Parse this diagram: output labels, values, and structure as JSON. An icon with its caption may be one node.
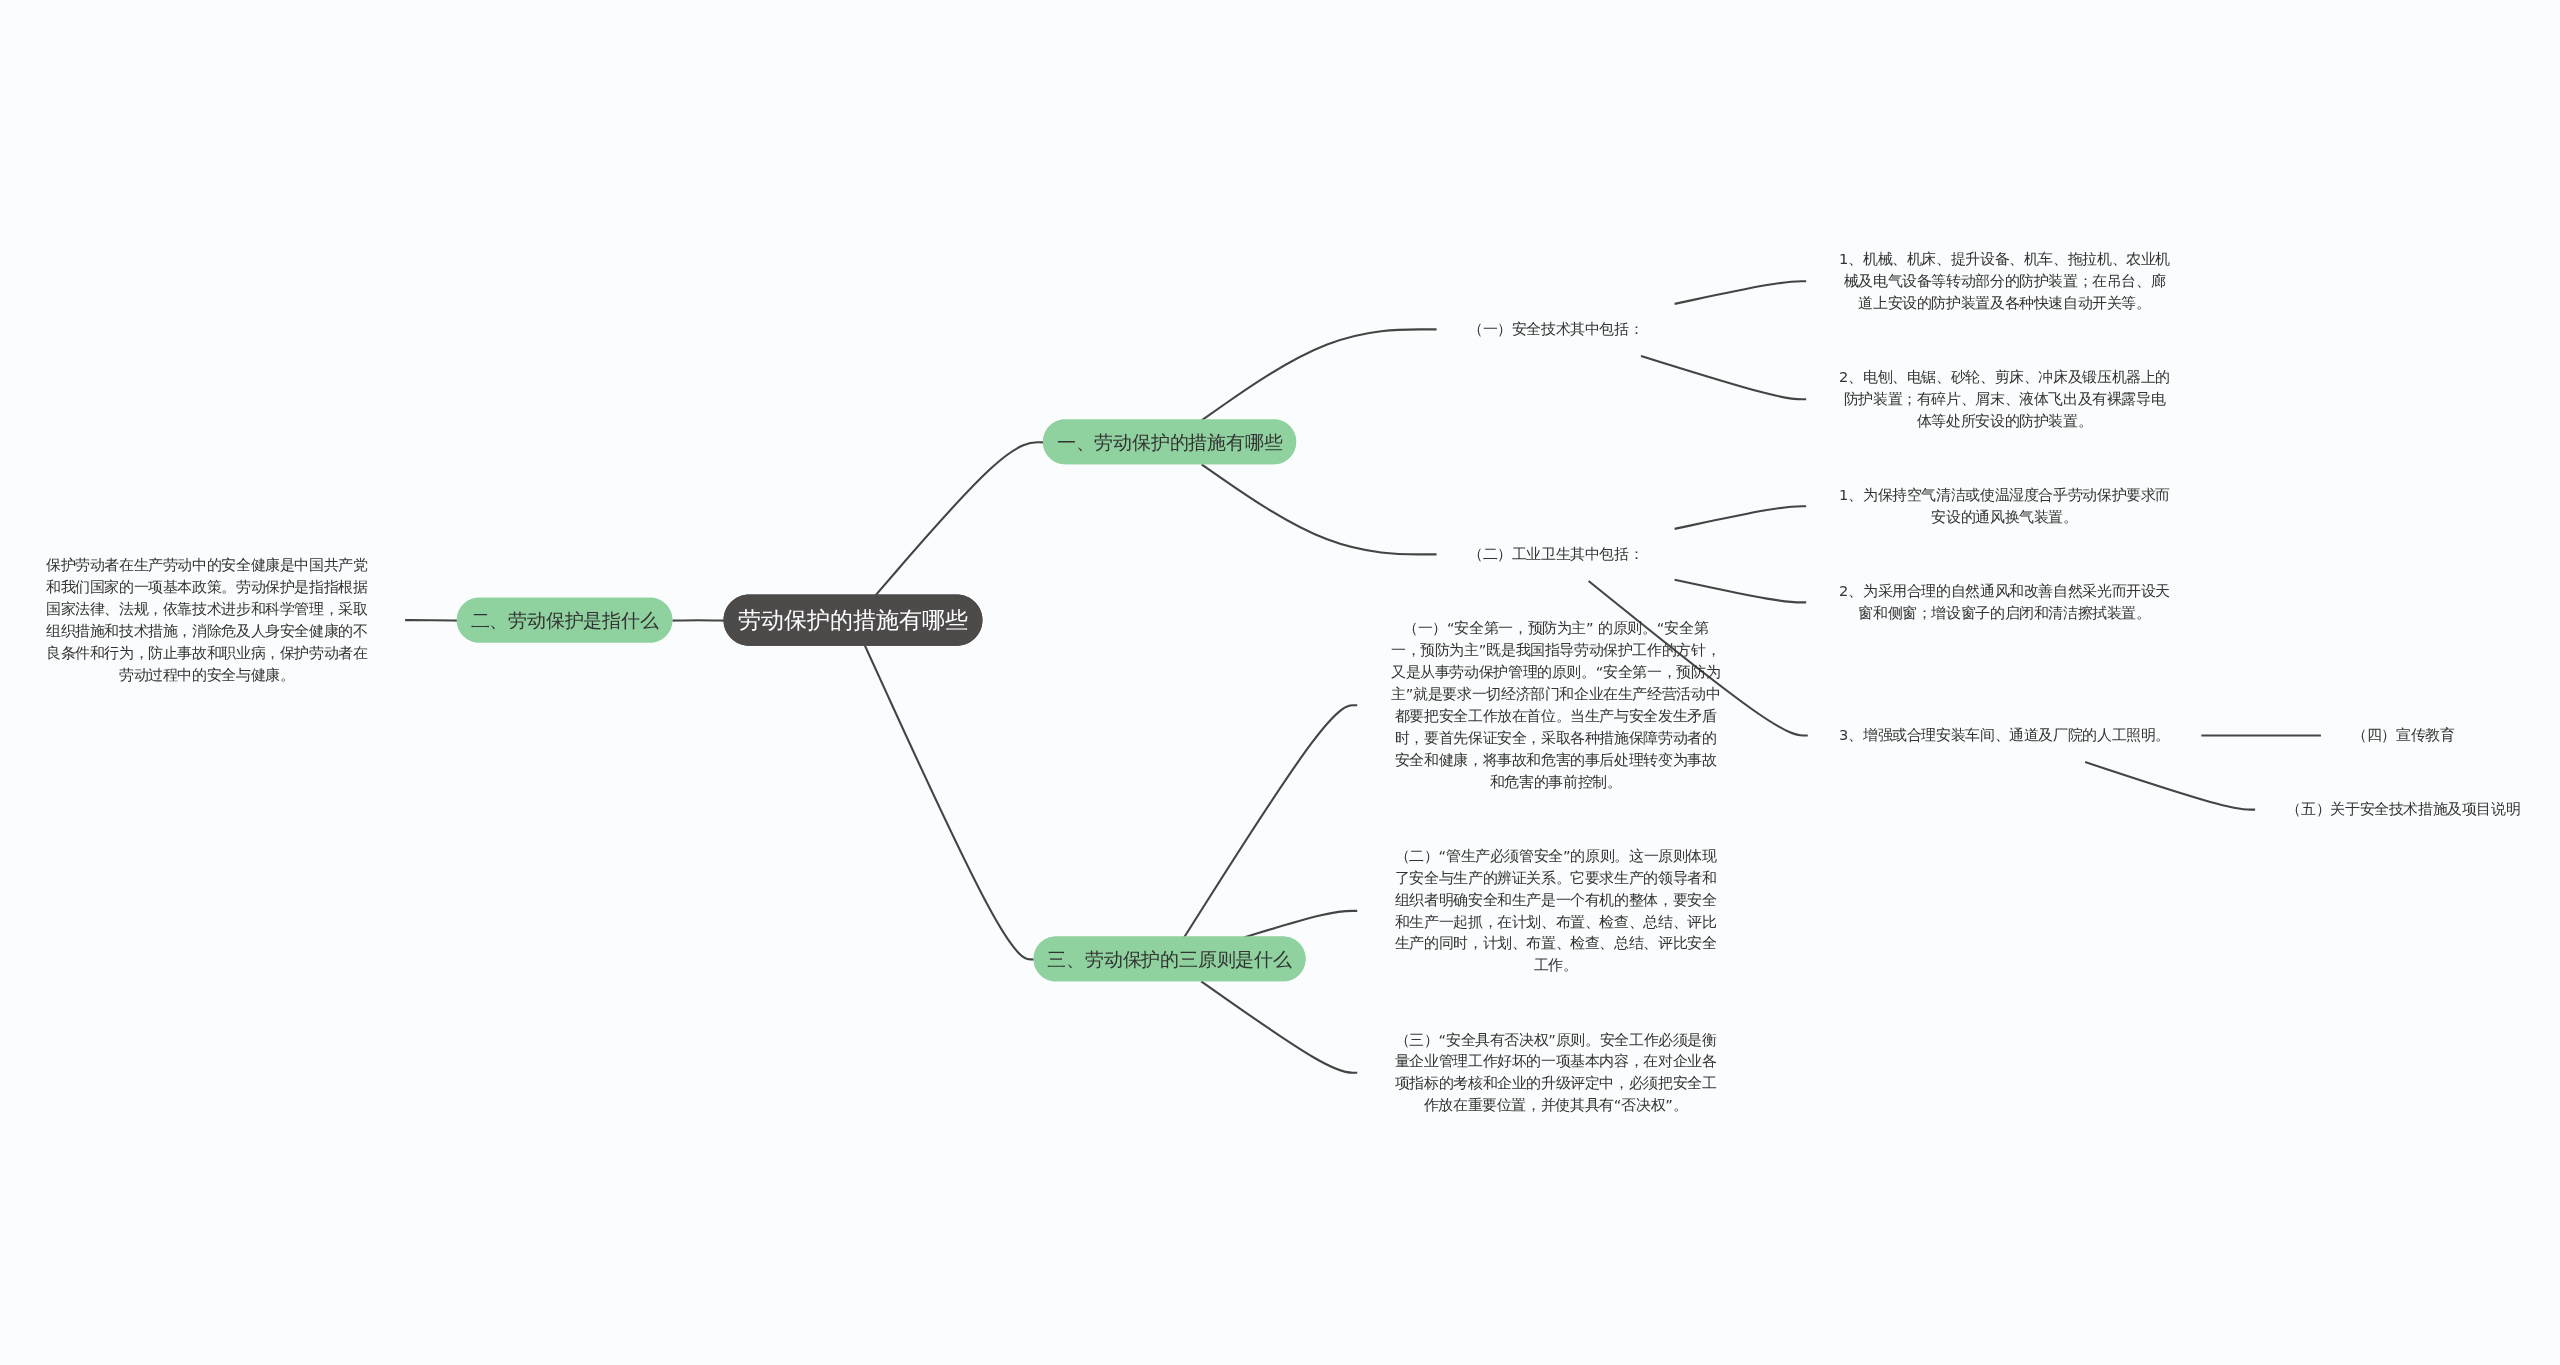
{
  "diagram": {
    "nodes": [
      {
        "text": [
          "劳动保护的措施有哪些"
        ]
      },
      {
        "text": [
          "一、劳动保护的措施有哪些"
        ]
      },
      {
        "text": [
          "（一）安全技术其中包括："
        ]
      },
      {
        "text": [
          "1、机械、机床、提升设备、机车、拖拉机、农业机械及电气设备等转动部分的防护装置；在吊台、廊道上安设的防护装置及各种快速自动开关等。"
        ]
      },
      {
        "text": [
          "2、电刨、电锯、砂轮、剪床、冲床及锻压机器上的防护装置；有碎片、屑末、液体飞出及有裸露导电体等处所安设的防护装置。"
        ]
      },
      {
        "text": [
          "（二）工业卫生其中包括："
        ]
      },
      {
        "text": [
          "1、为保持空气清洁或使温湿度合乎劳动保护要求而安设的通风换气装置。"
        ]
      },
      {
        "text": [
          "2、为采用合理的自然通风和改善自然采光而开设天窗和侧窗；增设窗子的启闭和清洁擦拭装置。"
        ]
      },
      {
        "text": [
          "3、增强或合理安装车间、通道及厂院的人工照明。"
        ]
      },
      {
        "text": [
          "（四）宣传教育"
        ]
      },
      {
        "text": [
          "（五）关于安全技术措施及项目说明"
        ]
      },
      {
        "text": [
          "二、劳动保护是指什么"
        ]
      },
      {
        "text": [
          "保护劳动者在生产劳动中的安全健康是中国共产党和我们国家的一项基本政策。劳动保护是指指根据国家法律、法规，依靠技术进步和科学管理，采取组织措施和技术措施，消除危及人身安全健康的不良条件和行为，防止事故和职业病，保护劳动者在劳动过程中的安全与健康。"
        ]
      },
      {
        "text": [
          "三、劳动保护的三原则是什么"
        ]
      },
      {
        "text": [
          "（一）“安全第一，预防为主” 的原则。“安全第一，预防为主”既是我国指导劳动保护工作的方针，又是从事劳动保护管理的原则。“安全第一，预防为主”就是要求一切经济部门和企业在生产经营活动中都要把安全工作放在首位。当生产与安全发生矛盾时，要首先保证安全，采取各种措施保障劳动者的安全和健康，将事故和危害的事后处理转变为事故和危害的事前控制。"
        ]
      },
      {
        "text": [
          "（二）“管生产必须管安全”的原则。这一原则体现了安全与生产的辨证关系。它要求生产的领导者和组织者明确安全和生产是一个有机的整体，要安全和生产一起抓，在计划、布置、检查、总结、评比生产的同时，计划、布置、检查、总结、评比安全工作。"
        ]
      },
      {
        "text": [
          "（三）“安全具有否决权”原则。安全工作必须是衡量企业管理工作好坏的一项基本内容，在对企业各项指标的考核和企业的升级评定中，必须把安全工作放在重要位置，并使其具有“否决权”。"
        ]
      }
    ],
    "edges": [
      {
        "from": 0,
        "to": 1,
        "arrow": "none"
      },
      {
        "from": 1,
        "to": 2,
        "arrow": "none"
      },
      {
        "from": 2,
        "to": 3,
        "arrow": "none"
      },
      {
        "from": 2,
        "to": 4,
        "arrow": "none"
      },
      {
        "from": 1,
        "to": 5,
        "arrow": "none"
      },
      {
        "from": 5,
        "to": 6,
        "arrow": "none"
      },
      {
        "from": 5,
        "to": 7,
        "arrow": "none"
      },
      {
        "from": 5,
        "to": 8,
        "arrow": "none"
      },
      {
        "from": 8,
        "to": 9,
        "arrow": "none"
      },
      {
        "from": 8,
        "to": 10,
        "arrow": "none"
      },
      {
        "from": 11,
        "to": 0,
        "arrow": "none"
      },
      {
        "from": 12,
        "to": 11,
        "arrow": "none"
      },
      {
        "from": 0,
        "to": 13,
        "arrow": "none"
      },
      {
        "from": 13,
        "to": 14,
        "arrow": "none"
      },
      {
        "from": 13,
        "to": 15,
        "arrow": "none"
      },
      {
        "from": 13,
        "to": 16,
        "arrow": "none"
      }
    ]
  }
}
